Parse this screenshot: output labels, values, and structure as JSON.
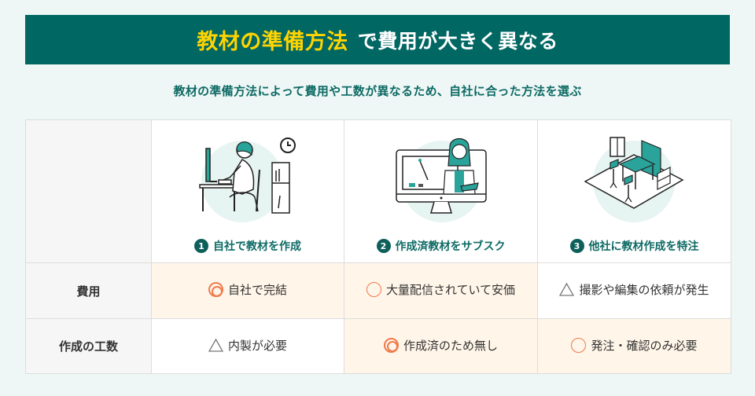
{
  "banner": {
    "title_highlight": "教材の準備方法",
    "title_rest": "で費用が大きく異なる",
    "background_color": "#006763",
    "highlight_color": "#ffd400"
  },
  "subtitle": "教材の準備方法によって費用や工数が異なるため、自社に合った方法を選ぶ",
  "table": {
    "methods": [
      {
        "number": "1",
        "label": "自社で教材を作成",
        "illustration": "person-at-computer-illustration"
      },
      {
        "number": "2",
        "label": "作成済教材をサブスク",
        "illustration": "teacher-on-monitor-illustration"
      },
      {
        "number": "3",
        "label": "他社に教材作成を特注",
        "illustration": "studio-room-illustration"
      }
    ],
    "rows": [
      {
        "label": "費用",
        "cells": [
          {
            "symbol": "double-circle",
            "text": "自社で完結",
            "highlight": true
          },
          {
            "symbol": "circle",
            "text": "大量配信されていて安価",
            "highlight": true
          },
          {
            "symbol": "triangle",
            "text": "撮影や編集の依頼が発生",
            "highlight": false
          }
        ]
      },
      {
        "label": "作成の工数",
        "cells": [
          {
            "symbol": "triangle",
            "text": "内製が必要",
            "highlight": false
          },
          {
            "symbol": "double-circle",
            "text": "作成済のため無し",
            "highlight": true
          },
          {
            "symbol": "circle",
            "text": "発注・確認のみ必要",
            "highlight": true
          }
        ]
      }
    ],
    "colors": {
      "highlight_bg": "#fff5e8",
      "label_bg": "#f6f6f6",
      "accent_teal": "#0e6a64",
      "symbol_orange": "#f07a4a"
    }
  }
}
